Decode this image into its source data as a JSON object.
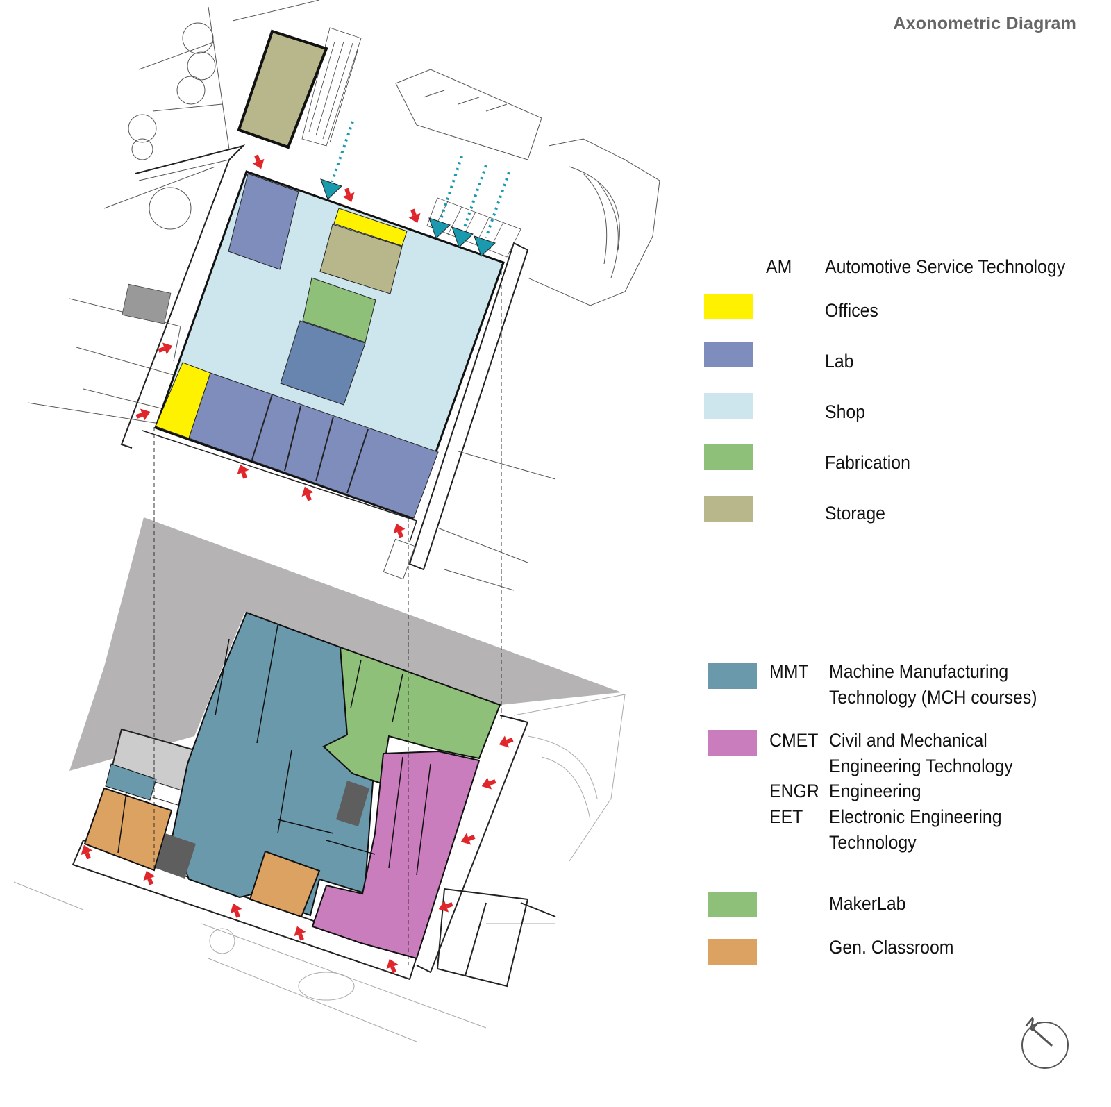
{
  "title": "Axonometric Diagram",
  "upper_legend": {
    "code": "AM",
    "name": "Automotive Service Technology",
    "items": [
      {
        "label": "Offices",
        "color": "#fff200"
      },
      {
        "label": "Lab",
        "color": "#7f8dbd"
      },
      {
        "label": "Shop",
        "color": "#cde6ee"
      },
      {
        "label": "Fabrication",
        "color": "#8ec07a"
      },
      {
        "label": "Storage",
        "color": "#b8b68b"
      }
    ]
  },
  "lower_legend": {
    "mmt": {
      "code": "MMT",
      "line1": "Machine Manufacturing",
      "line2": "Technology (MCH courses)",
      "color": "#6a99ab"
    },
    "cmet": {
      "code": "CMET",
      "line1": "Civil and Mechanical",
      "line2": "Engineering Technology",
      "color": "#c97dbc"
    },
    "engr": {
      "code": "ENGR",
      "line1": "Engineering"
    },
    "eet": {
      "code": "EET",
      "line1": "Electronic Engineering",
      "line2": "Technology"
    },
    "makerlab": {
      "label": "MakerLab",
      "color": "#8ec07a"
    },
    "classroom": {
      "label": "Gen. Classroom",
      "color": "#dca262"
    }
  },
  "north_label": "N",
  "colors": {
    "entry_arrow": "#e0252b",
    "service_arrow": "#1a9aae",
    "shadow": "#b5b3b4",
    "dark_room": "#5e5e5e"
  }
}
